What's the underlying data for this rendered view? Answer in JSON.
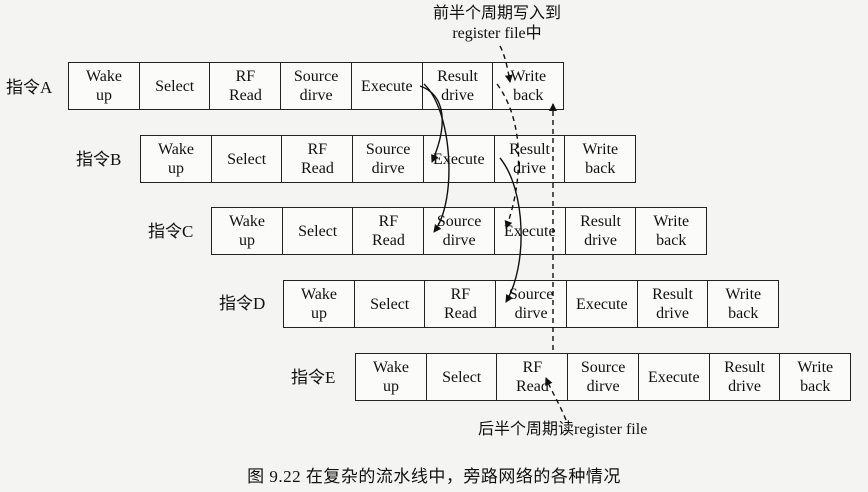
{
  "notes": {
    "top": "前半个周期写入到\nregister file中",
    "bottom": "后半个周期读register file"
  },
  "caption": "图 9.22   在复杂的流水线中，旁路网络的各种情况",
  "instructions": [
    {
      "label": "指令A",
      "stages": [
        "Wake\nup",
        "Select",
        "RF\nRead",
        "Source\ndirve",
        "Execute",
        "Result\ndrive",
        "Write\nback"
      ]
    },
    {
      "label": "指令B",
      "stages": [
        "Wake\nup",
        "Select",
        "RF\nRead",
        "Source\ndirve",
        "Execute",
        "Result\ndrive",
        "Write\nback"
      ]
    },
    {
      "label": "指令C",
      "stages": [
        "Wake\nup",
        "Select",
        "RF\nRead",
        "Source\ndirve",
        "Execute",
        "Result\ndrive",
        "Write\nback"
      ]
    },
    {
      "label": "指令D",
      "stages": [
        "Wake\nup",
        "Select",
        "RF\nRead",
        "Source\ndirve",
        "Execute",
        "Result\ndrive",
        "Write\nback"
      ]
    },
    {
      "label": "指令E",
      "stages": [
        "Wake\nup",
        "Select",
        "RF\nRead",
        "Source\ndirve",
        "Execute",
        "Result\ndrive",
        "Write\nback"
      ]
    }
  ],
  "colors": {
    "ink": "#111111",
    "background": "#f4f4f2"
  }
}
